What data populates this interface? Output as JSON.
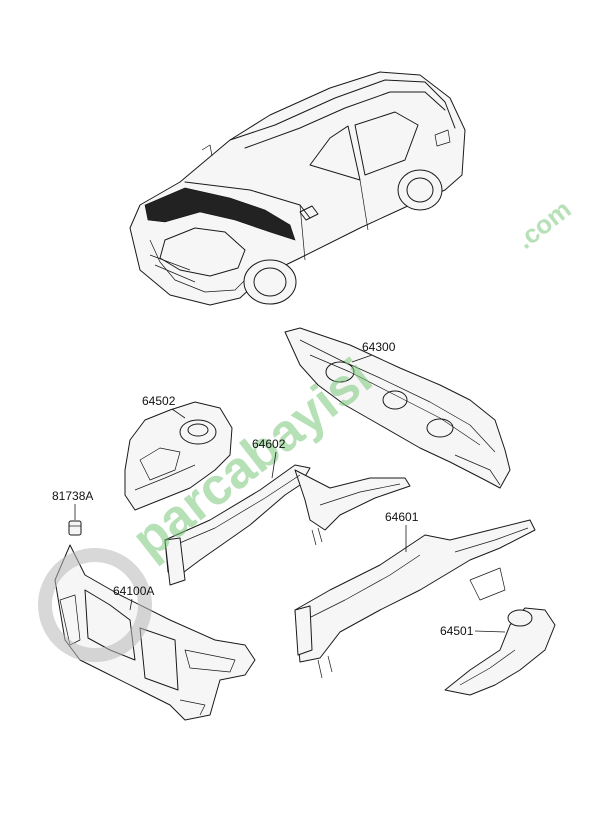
{
  "parts": [
    {
      "id": "p64300",
      "label": "64300"
    },
    {
      "id": "p64502",
      "label": "64502"
    },
    {
      "id": "p64602",
      "label": "64602"
    },
    {
      "id": "p81738A",
      "label": "81738A"
    },
    {
      "id": "p64601",
      "label": "64601"
    },
    {
      "id": "p64100A",
      "label": "64100A"
    },
    {
      "id": "p64501",
      "label": "64501"
    }
  ],
  "watermark": {
    "brand": "parcabayisi",
    "suffix": ".com",
    "color": "#7bc67a",
    "logo_color": "#b8b8b8"
  }
}
